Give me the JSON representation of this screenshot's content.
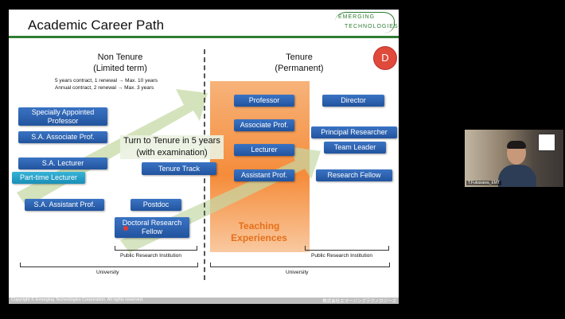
{
  "slide": {
    "title": "Academic Career Path",
    "logo": {
      "line1": "EMERGING",
      "line2": "TECHNOLOGIES"
    },
    "badge": "D",
    "left": {
      "heading1": "Non Tenure",
      "heading2": "(Limited term)",
      "note1": "5 years contract, 1 renewal → Max. 10 years",
      "note2": "Annual contract, 2 renewal → Max. 3 years"
    },
    "right": {
      "heading1": "Tenure",
      "heading2": "(Permanent)"
    },
    "turn_text_1": "Turn to Tenure in 5 years",
    "turn_text_2": "(with examination)",
    "teaching_1": "Teaching",
    "teaching_2": "Experiences",
    "buttons": {
      "specially_appointed_professor": "Specially Appointed Professor",
      "sa_associate_prof": "S.A. Associate Prof.",
      "sa_lecturer": "S.A. Lecturer",
      "part_time_lecturer": "Part-time Lecturer",
      "sa_assistant_prof": "S.A. Assistant Prof.",
      "tenure_track": "Tenure Track",
      "postdoc": "Postdoc",
      "doctoral_research_fellow": "Doctoral Research Fellow",
      "professor": "Professor",
      "associate_prof": "Associate Prof.",
      "lecturer": "Lecturer",
      "assistant_prof": "Assistant Prof.",
      "director": "Director",
      "principal_researcher": "Principal Researcher",
      "team_leader": "Team Leader",
      "research_fellow": "Research Fellow"
    },
    "brackets": {
      "pri_left": "Public Research Institution",
      "university_left": "University",
      "pri_right": "Public Research Institution",
      "university_right": "University"
    },
    "footer_left": "Copyright © Emerging Technologies Corporation. All rights reserved.",
    "footer_right": "株式会社エマージングテクノロジーズ"
  },
  "camera": {
    "name_label": "T.Fukasawa_EMT"
  }
}
